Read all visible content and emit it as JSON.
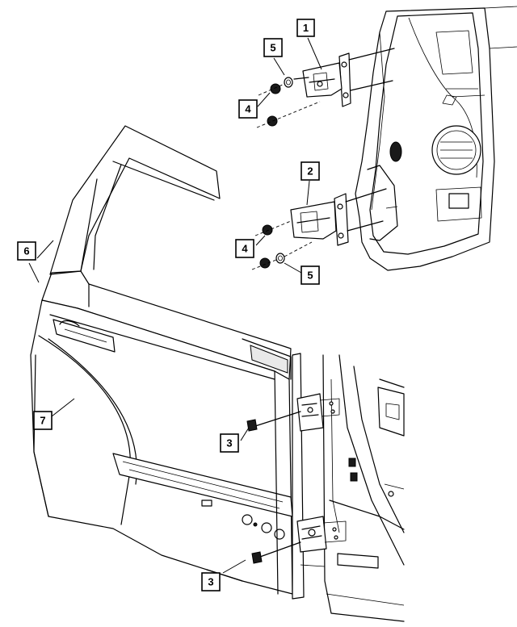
{
  "callouts": {
    "c1": "1",
    "c2": "2",
    "c3a": "3",
    "c3b": "3",
    "c4a": "4",
    "c4b": "4",
    "c5a": "5",
    "c5b": "5",
    "c6": "6",
    "c7": "7"
  },
  "colors": {
    "line": "#000000",
    "background": "#ffffff",
    "shade": "#e9e9e9"
  }
}
